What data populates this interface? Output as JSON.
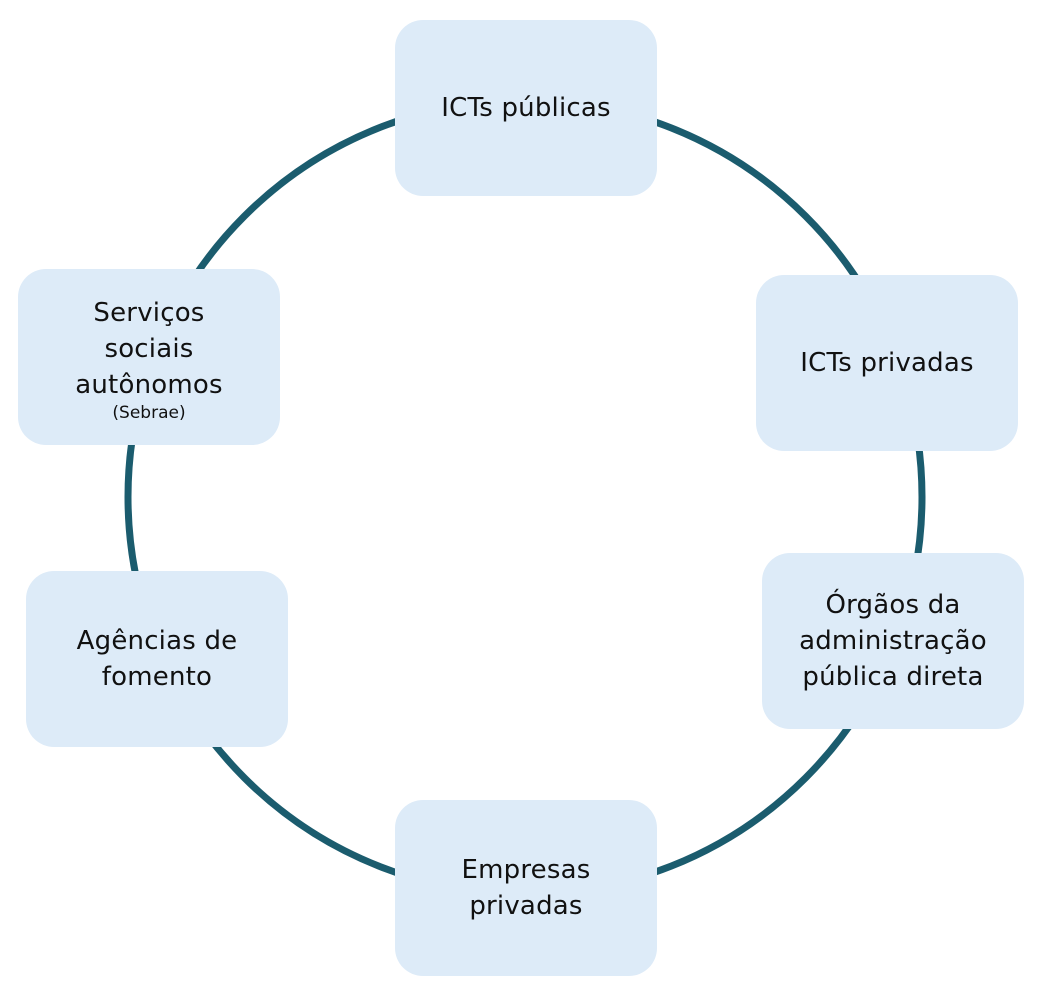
{
  "diagram": {
    "type": "cycle",
    "ring_color": "#1b5c6e",
    "node_fill": "#ddebf8",
    "text_color": "#111111",
    "nodes": [
      {
        "label": "ICTs públicas",
        "sub": ""
      },
      {
        "label": "ICTs privadas",
        "sub": ""
      },
      {
        "label": "Órgãos da\nadministração\npública direta",
        "sub": ""
      },
      {
        "label": "Empresas\nprivadas",
        "sub": ""
      },
      {
        "label": "Agências de\nfomento",
        "sub": ""
      },
      {
        "label": "Serviços\nsociais\nautônomos",
        "sub": "(Sebrae)"
      }
    ]
  }
}
